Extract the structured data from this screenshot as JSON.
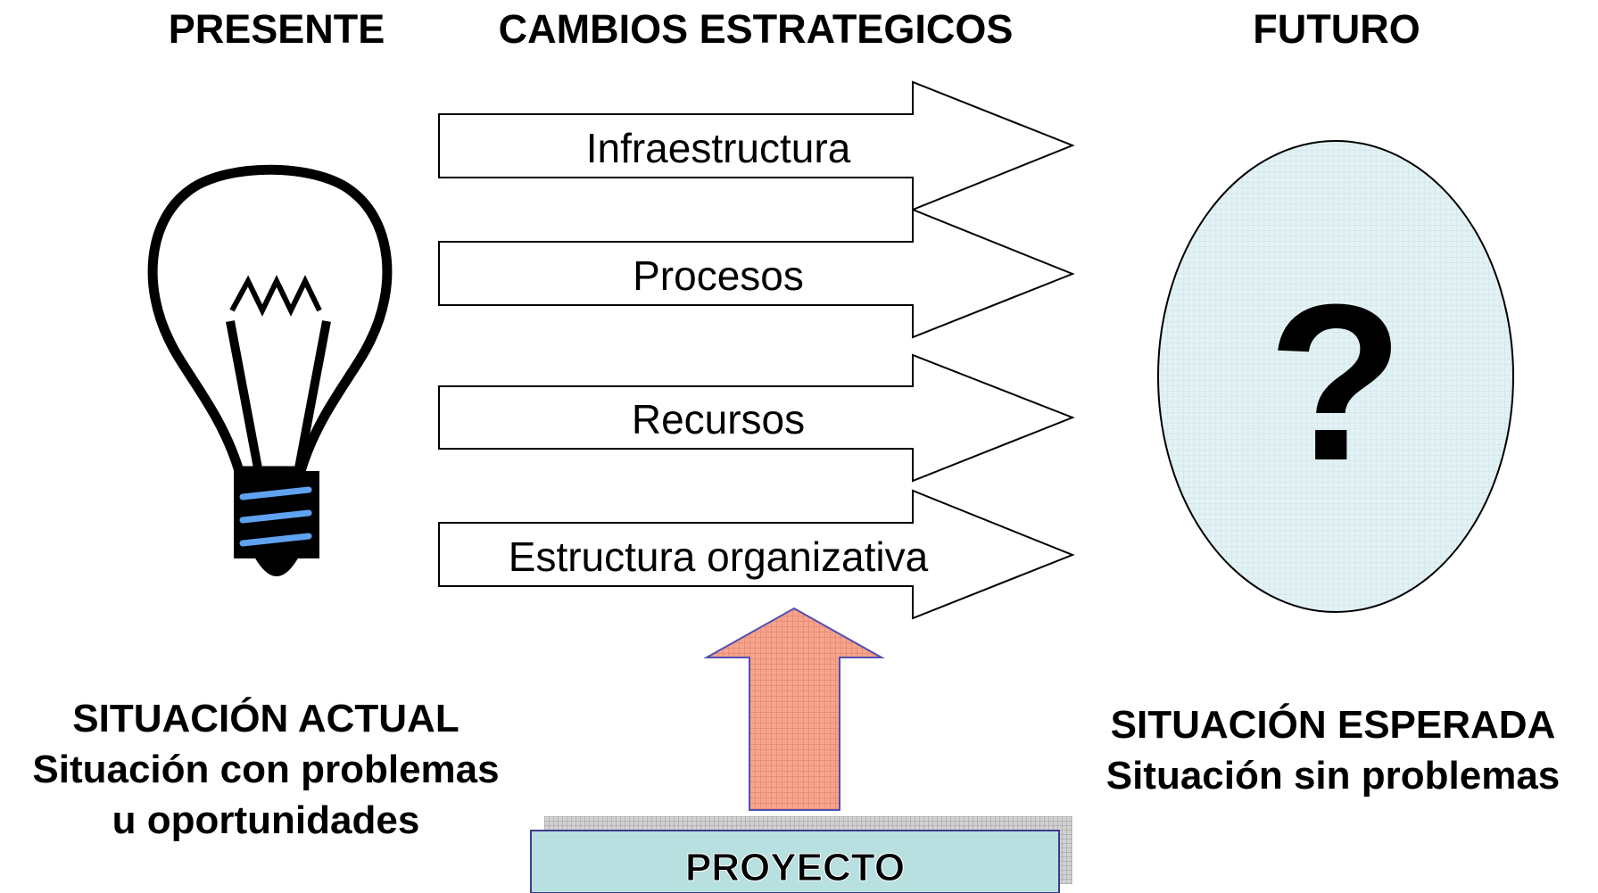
{
  "headings": {
    "present": "PRESENTE",
    "changes": "CAMBIOS ESTRATEGICOS",
    "future": "FUTURO"
  },
  "arrows": [
    {
      "label": "Infraestructura"
    },
    {
      "label": "Procesos"
    },
    {
      "label": "Recursos"
    },
    {
      "label": "Estructura organizativa"
    }
  ],
  "current_situation": {
    "title": "SITUACIÓN ACTUAL",
    "line1": "Situación con problemas",
    "line2": "u oportunidades"
  },
  "expected_situation": {
    "title": "SITUACIÓN ESPERADA",
    "line1": "Situación sin problemas"
  },
  "future_symbol": "?",
  "project": {
    "label": "PROYECTO"
  },
  "icons": {
    "present": "light-bulb-icon",
    "future": "question-oval",
    "project_push": "up-arrow"
  },
  "colors": {
    "bulb_stripes": "#5fa3f0",
    "oval_fill": "#e3f2f4",
    "up_arrow_fill": "#f6a48c",
    "up_arrow_stroke": "#5050b0",
    "project_fill": "#b8e0e0",
    "project_border": "#3c3c8c",
    "shadow": "#b4b4b4"
  }
}
